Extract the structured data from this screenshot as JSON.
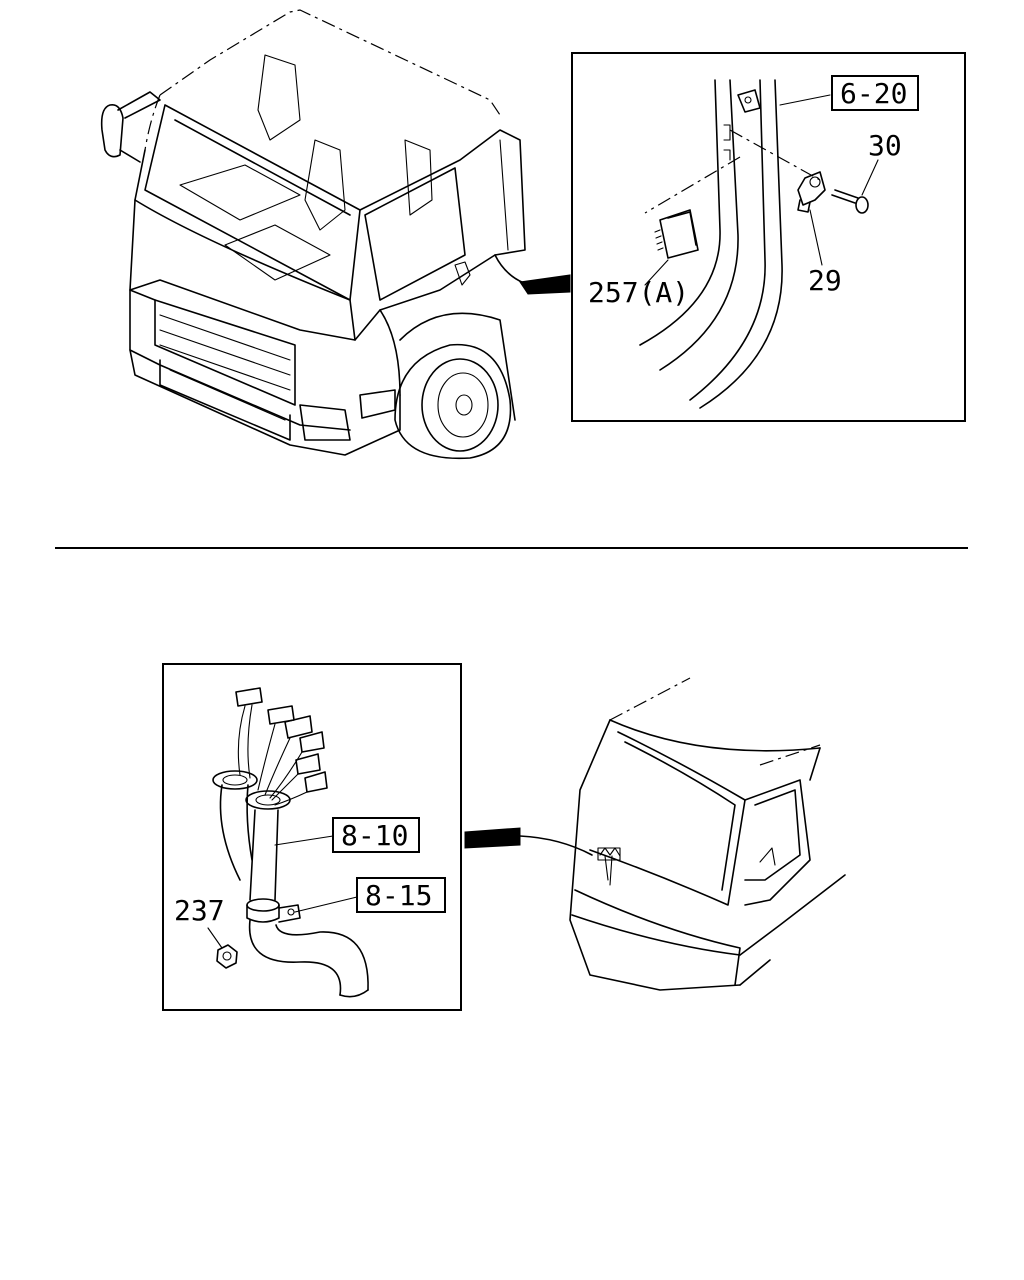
{
  "callouts": {
    "ref_6_20": "6-20",
    "part_30": "30",
    "part_29": "29",
    "part_257a": "257(A)",
    "ref_8_10": "8-10",
    "ref_8_15": "8-15",
    "part_237": "237"
  },
  "colors": {
    "line": "#000000",
    "background": "#ffffff"
  }
}
